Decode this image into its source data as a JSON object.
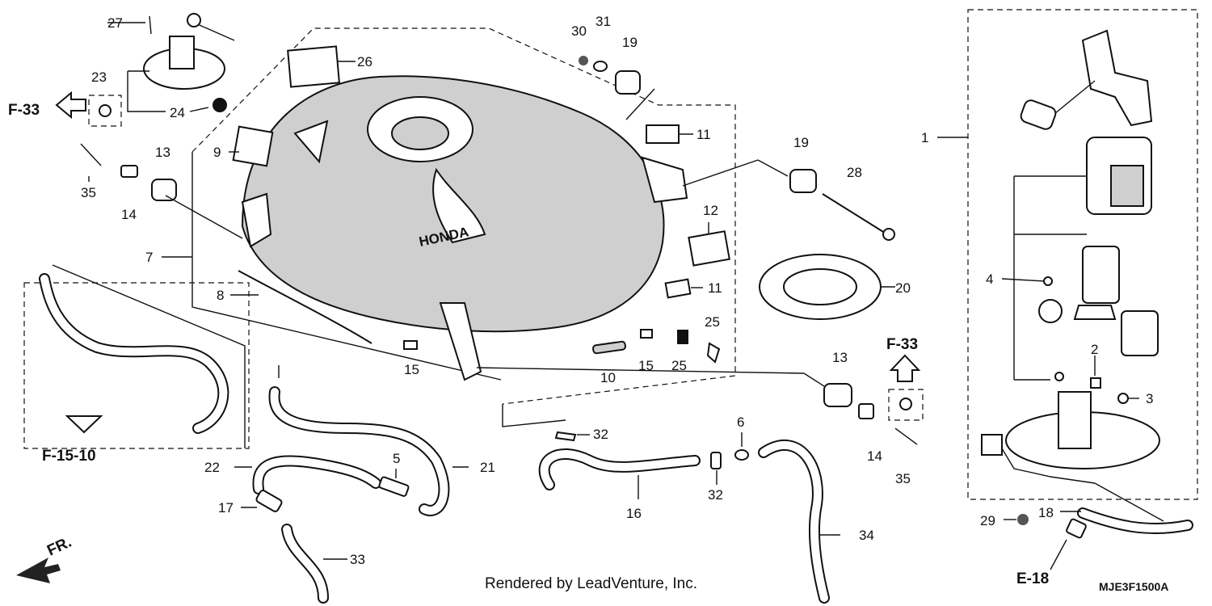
{
  "diagram": {
    "footer": "Rendered by LeadVenture, Inc.",
    "code": "MJE3F1500A",
    "direction_label": "FR.",
    "refs": [
      {
        "id": "ref-f33-left",
        "text": "F-33"
      },
      {
        "id": "ref-f33-right",
        "text": "F-33"
      },
      {
        "id": "ref-f1510",
        "text": "F-15-10"
      },
      {
        "id": "ref-e18",
        "text": "E-18"
      }
    ],
    "parts": [
      {
        "n": "1"
      },
      {
        "n": "2"
      },
      {
        "n": "3"
      },
      {
        "n": "4"
      },
      {
        "n": "5"
      },
      {
        "n": "6"
      },
      {
        "n": "7"
      },
      {
        "n": "8"
      },
      {
        "n": "9"
      },
      {
        "n": "10"
      },
      {
        "n": "11"
      },
      {
        "n": "11"
      },
      {
        "n": "12"
      },
      {
        "n": "13"
      },
      {
        "n": "13"
      },
      {
        "n": "14"
      },
      {
        "n": "14"
      },
      {
        "n": "15"
      },
      {
        "n": "15"
      },
      {
        "n": "16"
      },
      {
        "n": "17"
      },
      {
        "n": "18"
      },
      {
        "n": "19"
      },
      {
        "n": "19"
      },
      {
        "n": "20"
      },
      {
        "n": "21"
      },
      {
        "n": "22"
      },
      {
        "n": "23"
      },
      {
        "n": "24"
      },
      {
        "n": "25"
      },
      {
        "n": "25"
      },
      {
        "n": "26"
      },
      {
        "n": "27"
      },
      {
        "n": "28"
      },
      {
        "n": "29"
      },
      {
        "n": "30"
      },
      {
        "n": "31"
      },
      {
        "n": "32"
      },
      {
        "n": "32"
      },
      {
        "n": "33"
      },
      {
        "n": "34"
      },
      {
        "n": "35"
      },
      {
        "n": "35"
      }
    ],
    "tank_brand": "HONDA"
  }
}
